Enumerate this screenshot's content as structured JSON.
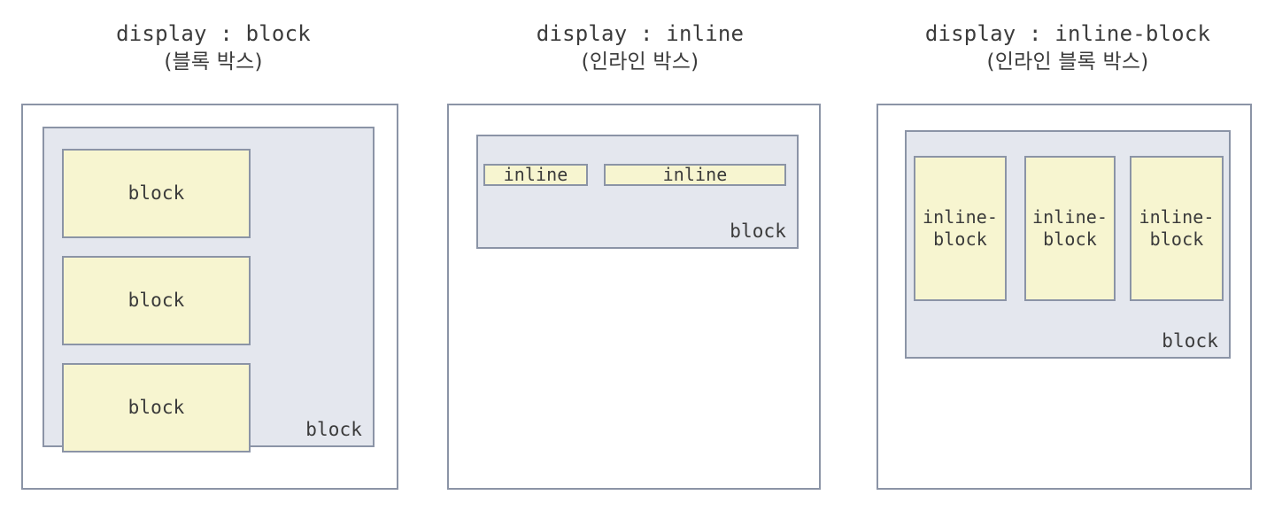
{
  "diagram": {
    "title_note": "CSS display property comparison diagram",
    "panels": [
      {
        "id": "block",
        "caption_latin": "display : block",
        "caption_korean": "(블록 박스)",
        "container_label": "block",
        "boxes": [
          {
            "label": "block"
          },
          {
            "label": "block"
          },
          {
            "label": "block"
          }
        ]
      },
      {
        "id": "inline",
        "caption_latin": "display : inline",
        "caption_korean": "(인라인 박스)",
        "container_label": "block",
        "boxes": [
          {
            "label": "inline"
          },
          {
            "label": "inline"
          }
        ]
      },
      {
        "id": "inline-block",
        "caption_latin": "display : inline-block",
        "caption_korean": "(인라인 블록 박스)",
        "container_label": "block",
        "boxes": [
          {
            "label_line1": "inline-",
            "label_line2": "block"
          },
          {
            "label_line1": "inline-",
            "label_line2": "block"
          },
          {
            "label_line1": "inline-",
            "label_line2": "block"
          }
        ]
      }
    ],
    "colors": {
      "yellow_fill": "#f7f5d0",
      "container_fill": "#e4e7ee",
      "border": "#8b94a6",
      "page_background": "#ffffff",
      "text": "#3a3a3a"
    }
  }
}
